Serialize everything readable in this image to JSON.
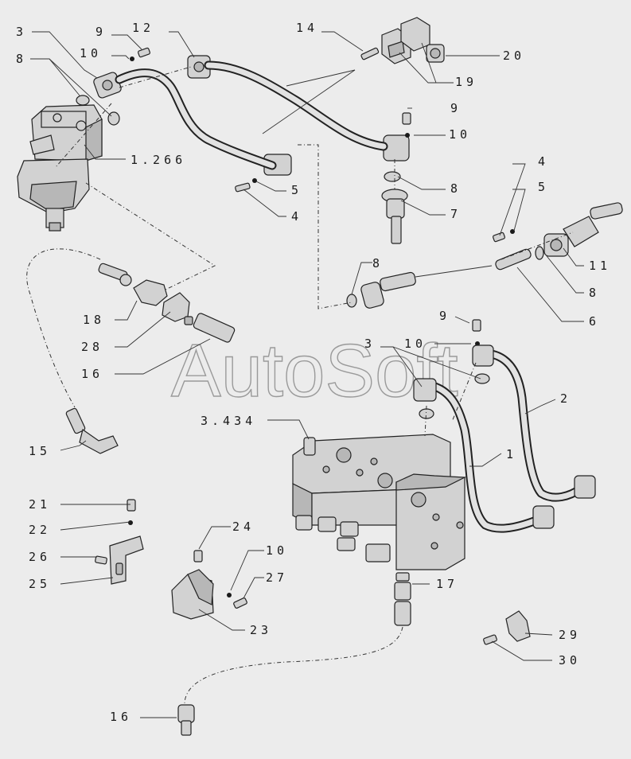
{
  "watermark": "AutoSoft",
  "callouts": [
    "3",
    "9",
    "12",
    "10",
    "8",
    "14",
    "20",
    "19",
    "1.266",
    "9",
    "10",
    "5",
    "4",
    "8",
    "7",
    "4",
    "5",
    "8",
    "11",
    "8",
    "6",
    "18",
    "28",
    "16",
    "9",
    "3",
    "10",
    "2",
    "15",
    "3.434",
    "1",
    "21",
    "22",
    "26",
    "25",
    "24",
    "10",
    "27",
    "17",
    "23",
    "29",
    "30",
    "16"
  ]
}
